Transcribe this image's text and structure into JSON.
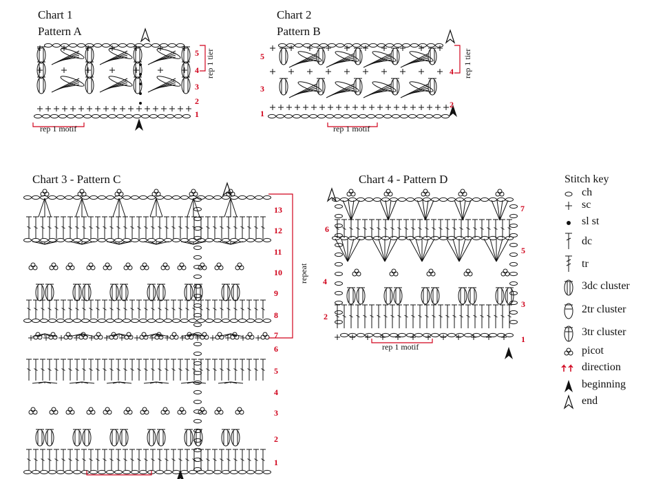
{
  "charts": [
    {
      "title": "Chart 1",
      "subtitle": "Pattern A",
      "motif_label": "rep 1 motif",
      "tier_label": "rep 1 tier",
      "row_numbers": [
        "5",
        "4",
        "3",
        "2",
        "1"
      ]
    },
    {
      "title": "Chart 2",
      "subtitle": "Pattern B",
      "motif_label": "rep 1 motif",
      "tier_label": "rep 1 tier",
      "row_numbers_left": [
        "5",
        "3",
        "1"
      ],
      "row_numbers_right": [
        "4",
        "2"
      ]
    },
    {
      "title": "Chart 3 - Pattern C",
      "repeat_label": "repeat",
      "row_numbers": [
        "13",
        "12",
        "11",
        "10",
        "9",
        "8",
        "7",
        "6",
        "5",
        "4",
        "3",
        "2",
        "1"
      ]
    },
    {
      "title": "Chart 4 - Pattern D",
      "motif_label": "rep 1 motif",
      "row_numbers_left": [
        "6",
        "4",
        "2"
      ],
      "row_numbers_right": [
        "7",
        "5",
        "3",
        "1"
      ]
    }
  ],
  "stitch_key": {
    "title": "Stitch key",
    "items": [
      {
        "symbol": "ch-icon",
        "label": "ch"
      },
      {
        "symbol": "sc-icon",
        "label": "sc"
      },
      {
        "symbol": "sl-st-icon",
        "label": "sl st"
      },
      {
        "symbol": "dc-icon",
        "label": "dc"
      },
      {
        "symbol": "tr-icon",
        "label": "tr"
      },
      {
        "symbol": "3dc-cluster-icon",
        "label": "3dc cluster"
      },
      {
        "symbol": "2tr-cluster-icon",
        "label": "2tr cluster"
      },
      {
        "symbol": "3tr-cluster-icon",
        "label": "3tr cluster"
      },
      {
        "symbol": "picot-icon",
        "label": "picot"
      },
      {
        "symbol": "direction-icon",
        "label": "direction"
      },
      {
        "symbol": "beginning-icon",
        "label": "beginning"
      },
      {
        "symbol": "end-icon",
        "label": "end"
      }
    ]
  },
  "colors": {
    "accent": "#d0021b",
    "ink": "#111111"
  }
}
